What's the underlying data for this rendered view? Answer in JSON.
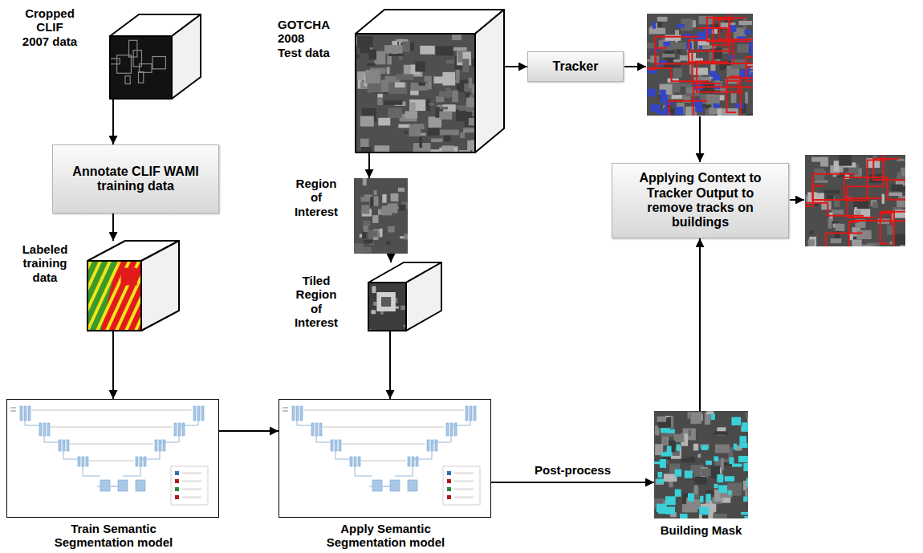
{
  "diagram": {
    "nodes": [
      {
        "text": [
          "Cropped CLIF 2007 data"
        ]
      },
      {
        "text": [
          "GOTCHA 2008 Test data"
        ]
      },
      {
        "text": [
          "Tracker"
        ]
      },
      {
        "text": [
          "Annotate CLIF WAMI training data"
        ]
      },
      {
        "text": [
          "Applying Context to Tracker Output to remove tracks on buildings"
        ]
      },
      {
        "text": [
          "Region of Interest"
        ]
      },
      {
        "text": [
          "Labeled training data"
        ]
      },
      {
        "text": [
          "Tiled Region of Interest"
        ]
      },
      {
        "text": [
          "Train Semantic Segmentation model"
        ]
      },
      {
        "text": [
          "Apply Semantic Segmentation model"
        ]
      },
      {
        "text": [
          "Building Mask"
        ]
      }
    ],
    "edges": [
      {
        "from": 0,
        "to": 3,
        "arrow": "to"
      },
      {
        "from": 3,
        "to": 6,
        "arrow": "to"
      },
      {
        "from": 6,
        "to": 8,
        "arrow": "to"
      },
      {
        "from": 8,
        "to": 9,
        "arrow": "to"
      },
      {
        "from": 1,
        "to": 2,
        "arrow": "to"
      },
      {
        "from": 1,
        "to": 5,
        "arrow": "to"
      },
      {
        "from": 5,
        "to": 7,
        "arrow": "to"
      },
      {
        "from": 7,
        "to": 9,
        "arrow": "to"
      },
      {
        "from": 9,
        "to": 10,
        "label": "Post-process",
        "arrow": "to"
      },
      {
        "from": 10,
        "to": 4,
        "arrow": "to"
      }
    ]
  }
}
